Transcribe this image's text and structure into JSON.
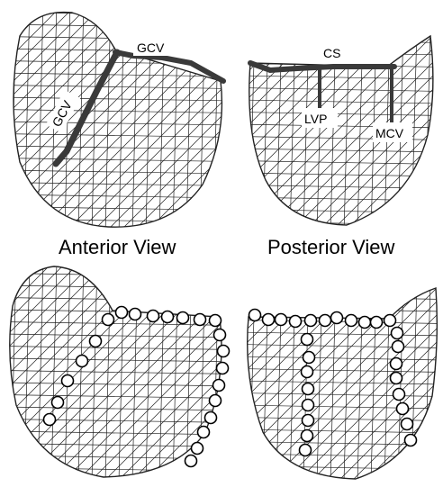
{
  "panels": {
    "anterior": {
      "view_label": "Anterior View",
      "vessels": [
        {
          "label": "GCV"
        },
        {
          "label": "GCV"
        }
      ]
    },
    "posterior": {
      "view_label": "Posterior View",
      "vessels": [
        {
          "label": "CS"
        },
        {
          "label": "LVP"
        },
        {
          "label": "MCV"
        }
      ]
    }
  },
  "colors": {
    "mesh": "#222222",
    "vessel": "#3a3a3a",
    "marker_fill": "#ffffff",
    "marker_stroke": "#000000",
    "background": "#ffffff"
  }
}
